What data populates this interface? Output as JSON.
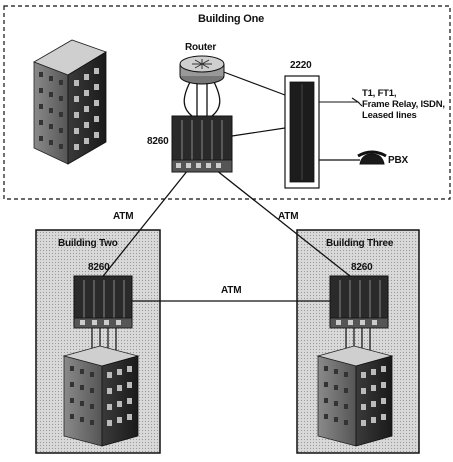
{
  "building_one": {
    "title": "Building One",
    "router_label": "Router",
    "switch_label": "8260",
    "mux_label": "2220",
    "wan_lines": [
      "T1, FT1,",
      "Frame Relay, ISDN,",
      "Leased lines"
    ],
    "pbx_label": "PBX"
  },
  "building_two": {
    "title": "Building Two",
    "switch_label": "8260"
  },
  "building_three": {
    "title": "Building Three",
    "switch_label": "8260"
  },
  "links": {
    "one_to_two": "ATM",
    "one_to_three": "ATM",
    "two_to_three": "ATM"
  }
}
